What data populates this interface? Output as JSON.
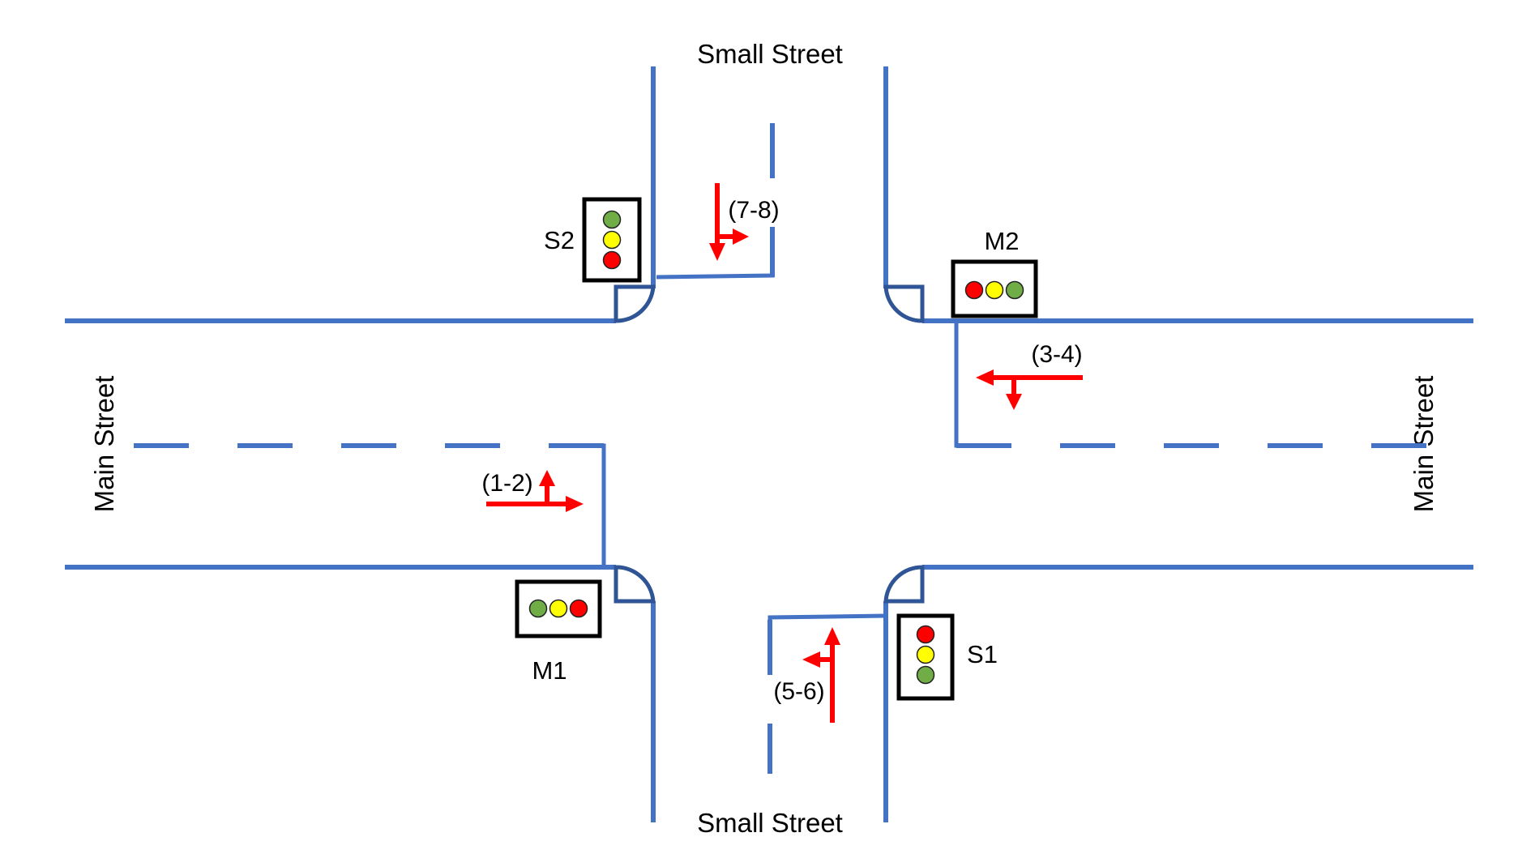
{
  "streets": {
    "small_street_top": "Small Street",
    "small_street_bottom": "Small Street",
    "main_street_left": "Main Street",
    "main_street_right": "Main Street"
  },
  "traffic_lights": [
    {
      "id": "S2",
      "label": "S2",
      "orientation": "vertical",
      "bulbs": [
        "#70ad47",
        "#ffff00",
        "#ff0000"
      ]
    },
    {
      "id": "M2",
      "label": "M2",
      "orientation": "horizontal",
      "bulbs": [
        "#ff0000",
        "#ffff00",
        "#70ad47"
      ]
    },
    {
      "id": "M1",
      "label": "M1",
      "orientation": "horizontal",
      "bulbs": [
        "#70ad47",
        "#ffff00",
        "#ff0000"
      ]
    },
    {
      "id": "S1",
      "label": "S1",
      "orientation": "vertical",
      "bulbs": [
        "#ff0000",
        "#ffff00",
        "#70ad47"
      ]
    }
  ],
  "movements": [
    {
      "id": "1-2",
      "label": "(1-2)",
      "approach": "west",
      "directions": [
        "straight",
        "left"
      ]
    },
    {
      "id": "3-4",
      "label": "(3-4)",
      "approach": "east",
      "directions": [
        "straight",
        "left"
      ]
    },
    {
      "id": "5-6",
      "label": "(5-6)",
      "approach": "south",
      "directions": [
        "straight",
        "left"
      ]
    },
    {
      "id": "7-8",
      "label": "(7-8)",
      "approach": "north",
      "directions": [
        "straight",
        "left"
      ]
    }
  ],
  "colors": {
    "road": "#4472c4",
    "corner": "#2f5597",
    "arrow": "#ff0000",
    "light_frame": "#000000"
  }
}
